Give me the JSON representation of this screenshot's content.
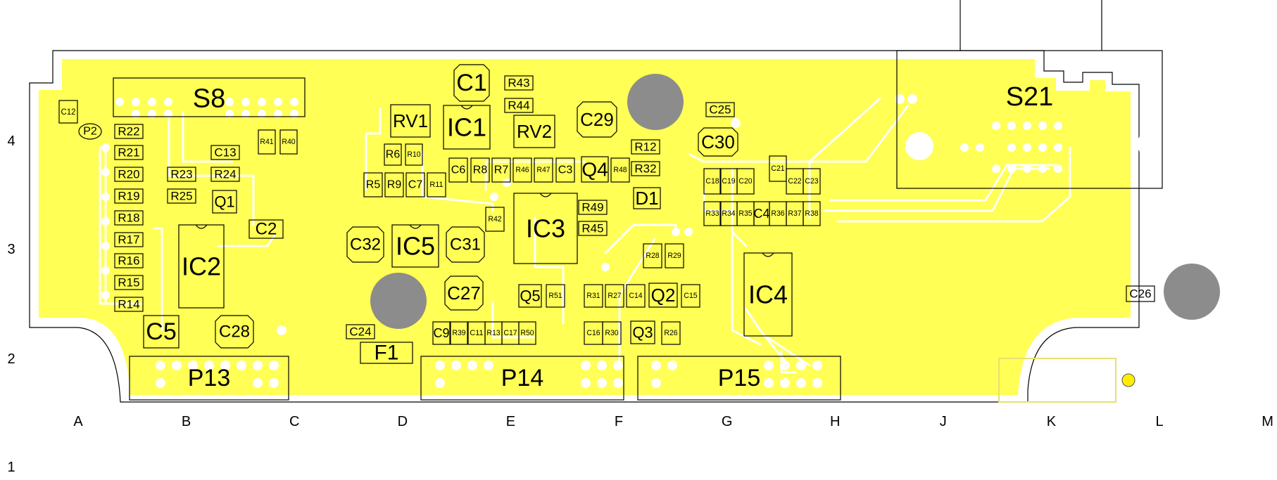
{
  "board": {
    "column_labels": [
      "A",
      "B",
      "C",
      "D",
      "E",
      "F",
      "G",
      "H",
      "J",
      "K",
      "L",
      "M"
    ],
    "row_labels": [
      "4",
      "3",
      "2",
      "1"
    ],
    "colors": {
      "copper": "#ffff55",
      "mounting_hole": "#8c8c8c",
      "outline": "#000000"
    }
  },
  "components": [
    {
      "id": "C12",
      "label": "C12"
    },
    {
      "id": "P2",
      "label": "P2"
    },
    {
      "id": "S8",
      "label": "S8"
    },
    {
      "id": "R22",
      "label": "R22"
    },
    {
      "id": "R21",
      "label": "R21"
    },
    {
      "id": "R20",
      "label": "R20"
    },
    {
      "id": "R19",
      "label": "R19"
    },
    {
      "id": "R18",
      "label": "R18"
    },
    {
      "id": "R17",
      "label": "R17"
    },
    {
      "id": "R16",
      "label": "R16"
    },
    {
      "id": "R15",
      "label": "R15"
    },
    {
      "id": "R14",
      "label": "R14"
    },
    {
      "id": "R23",
      "label": "R23"
    },
    {
      "id": "R24",
      "label": "R24"
    },
    {
      "id": "R25",
      "label": "R25"
    },
    {
      "id": "C13",
      "label": "C13"
    },
    {
      "id": "Q1",
      "label": "Q1"
    },
    {
      "id": "C2",
      "label": "C2"
    },
    {
      "id": "IC2",
      "label": "IC2"
    },
    {
      "id": "R41",
      "label": "R41"
    },
    {
      "id": "R40",
      "label": "R40"
    },
    {
      "id": "C5",
      "label": "C5"
    },
    {
      "id": "C28",
      "label": "C28"
    },
    {
      "id": "P13",
      "label": "P13"
    },
    {
      "id": "C1",
      "label": "C1"
    },
    {
      "id": "R43",
      "label": "R43"
    },
    {
      "id": "R44",
      "label": "R44"
    },
    {
      "id": "RV1",
      "label": "RV1"
    },
    {
      "id": "IC1",
      "label": "IC1"
    },
    {
      "id": "RV2",
      "label": "RV2"
    },
    {
      "id": "C29",
      "label": "C29"
    },
    {
      "id": "C25",
      "label": "C25"
    },
    {
      "id": "C30",
      "label": "C30"
    },
    {
      "id": "R6",
      "label": "R6"
    },
    {
      "id": "R10",
      "label": "R10"
    },
    {
      "id": "C6",
      "label": "C6"
    },
    {
      "id": "R8",
      "label": "R8"
    },
    {
      "id": "R7",
      "label": "R7"
    },
    {
      "id": "R46",
      "label": "R46"
    },
    {
      "id": "R47",
      "label": "R47"
    },
    {
      "id": "C3",
      "label": "C3"
    },
    {
      "id": "Q4",
      "label": "Q4"
    },
    {
      "id": "R48",
      "label": "R48"
    },
    {
      "id": "R12",
      "label": "R12"
    },
    {
      "id": "R32",
      "label": "R32"
    },
    {
      "id": "D1",
      "label": "D1"
    },
    {
      "id": "R5",
      "label": "R5"
    },
    {
      "id": "R9",
      "label": "R9"
    },
    {
      "id": "C7",
      "label": "C7"
    },
    {
      "id": "R11",
      "label": "R11"
    },
    {
      "id": "R42",
      "label": "R42"
    },
    {
      "id": "IC3",
      "label": "IC3"
    },
    {
      "id": "R49",
      "label": "R49"
    },
    {
      "id": "R45",
      "label": "R45"
    },
    {
      "id": "C32",
      "label": "C32"
    },
    {
      "id": "IC5",
      "label": "IC5"
    },
    {
      "id": "C31",
      "label": "C31"
    },
    {
      "id": "C27",
      "label": "C27"
    },
    {
      "id": "Q5",
      "label": "Q5"
    },
    {
      "id": "R51",
      "label": "R51"
    },
    {
      "id": "R31",
      "label": "R31"
    },
    {
      "id": "R27",
      "label": "R27"
    },
    {
      "id": "C14",
      "label": "C14"
    },
    {
      "id": "Q2",
      "label": "Q2"
    },
    {
      "id": "C15",
      "label": "C15"
    },
    {
      "id": "R28",
      "label": "R28"
    },
    {
      "id": "R29",
      "label": "R29"
    },
    {
      "id": "C24",
      "label": "C24"
    },
    {
      "id": "F1",
      "label": "F1"
    },
    {
      "id": "C9",
      "label": "C9"
    },
    {
      "id": "R39",
      "label": "R39"
    },
    {
      "id": "C11",
      "label": "C11"
    },
    {
      "id": "R13",
      "label": "R13"
    },
    {
      "id": "C17",
      "label": "C17"
    },
    {
      "id": "R50",
      "label": "R50"
    },
    {
      "id": "C16",
      "label": "C16"
    },
    {
      "id": "R30",
      "label": "R30"
    },
    {
      "id": "Q3",
      "label": "Q3"
    },
    {
      "id": "R26",
      "label": "R26"
    },
    {
      "id": "P14",
      "label": "P14"
    },
    {
      "id": "P15",
      "label": "P15"
    },
    {
      "id": "C18",
      "label": "C18"
    },
    {
      "id": "C19",
      "label": "C19"
    },
    {
      "id": "C20",
      "label": "C20"
    },
    {
      "id": "C21",
      "label": "C21"
    },
    {
      "id": "C22",
      "label": "C22"
    },
    {
      "id": "C23",
      "label": "C23"
    },
    {
      "id": "R33",
      "label": "R33"
    },
    {
      "id": "R34",
      "label": "R34"
    },
    {
      "id": "R35",
      "label": "R35"
    },
    {
      "id": "C4",
      "label": "C4"
    },
    {
      "id": "R36",
      "label": "R36"
    },
    {
      "id": "R37",
      "label": "R37"
    },
    {
      "id": "R38",
      "label": "R38"
    },
    {
      "id": "IC4",
      "label": "IC4"
    },
    {
      "id": "S21",
      "label": "S21"
    },
    {
      "id": "C26",
      "label": "C26"
    }
  ]
}
